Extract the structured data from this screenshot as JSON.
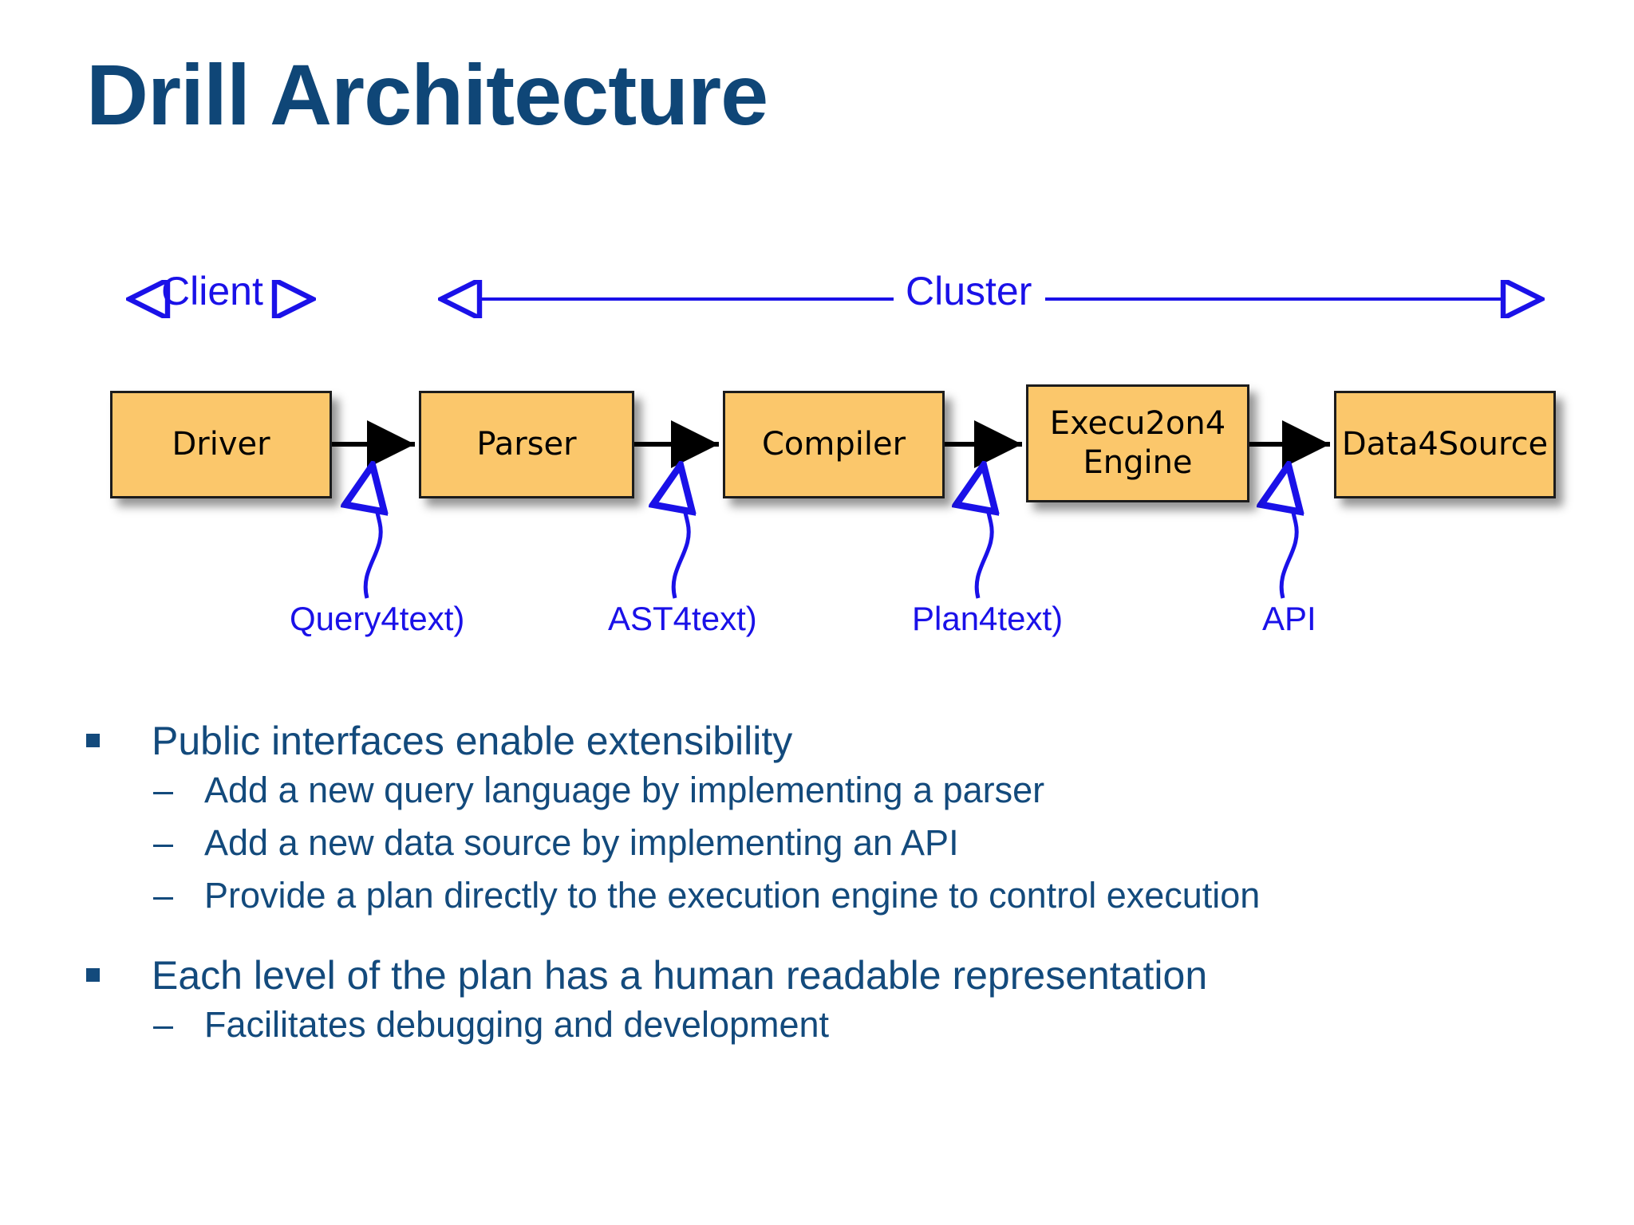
{
  "slide": {
    "title": "Drill Architecture",
    "background_color": "#ffffff",
    "title_color": "#0f4677",
    "accent_blue": "#1a11e8",
    "body_blue": "#134a7c",
    "box_fill": "#fbc76b",
    "box_border": "#1c1c1c"
  },
  "scopes": [
    {
      "label": "Client"
    },
    {
      "label": "Cluster"
    }
  ],
  "pipeline": {
    "boxes": [
      {
        "id": "driver",
        "label": "Driver"
      },
      {
        "id": "parser",
        "label": "Parser"
      },
      {
        "id": "compiler",
        "label": "Compiler"
      },
      {
        "id": "execution-engine",
        "label_line1": "Execu2on4",
        "label_line2": "Engine"
      },
      {
        "id": "data-source",
        "label": "Data4Source"
      }
    ],
    "annotations": [
      {
        "id": "query",
        "label": "Query4text)"
      },
      {
        "id": "ast",
        "label": "AST4text)"
      },
      {
        "id": "plan",
        "label": "Plan4text)"
      },
      {
        "id": "api",
        "label": "API"
      }
    ]
  },
  "content": {
    "bullets": [
      {
        "text": "Public interfaces enable extensibility",
        "children": [
          "Add a new query language by implementing a parser",
          "Add a new data source by implementing an API",
          "Provide a plan directly to the execution engine to control execution"
        ]
      },
      {
        "text": "Each level of the plan has a human readable representation",
        "children": [
          "Facilitates debugging and development"
        ]
      }
    ],
    "sub_marker": "–"
  }
}
